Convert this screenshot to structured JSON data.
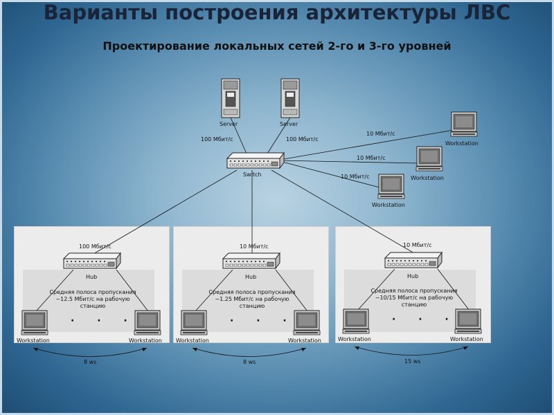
{
  "slide": {
    "title": "Варианты построения архитектуры ЛВС",
    "subtitle": "Проектирование локальных сетей 2-го и 3-го уровней"
  },
  "top": {
    "server_label": "Server",
    "switch_label": "Switch",
    "workstation_label": "Workstation",
    "server_link_speed": "100 Мбит/с",
    "ws_link_speed": "10 Мбит/с"
  },
  "segments": [
    {
      "uplink_speed": "100 Мбит/с",
      "hub_label": "Hub",
      "bandwidth_text": "Средняя полоса пропускания ~12.5 Мбит/с на рабочую станцию",
      "ws_left": "Workstation",
      "ws_right": "Workstation",
      "ellipsis": "· · ·",
      "count": "8 ws"
    },
    {
      "uplink_speed": "10 Мбит/с",
      "hub_label": "Hub",
      "bandwidth_text": "Средняя полоса пропускания ~1.25 Мбит/с на рабочую станцию",
      "ws_left": "Workstation",
      "ws_right": "Workstation",
      "ellipsis": "· · ·",
      "count": "8 ws"
    },
    {
      "uplink_speed": "10 Мбит/с",
      "hub_label": "Hub",
      "bandwidth_text": "Средняя полоса пропускания ~10/15 Мбит/с на рабочую станцию",
      "ws_left": "Workstation",
      "ws_right": "Workstation",
      "ellipsis": "· · ·",
      "count": "15 ws"
    }
  ],
  "colors": {
    "title": "#1a2438",
    "panel": "#ececec",
    "line": "#111111"
  }
}
